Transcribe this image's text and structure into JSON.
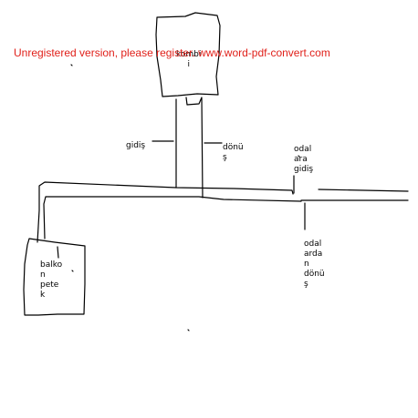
{
  "watermark": "Unregistered version, please register. www.word-pdf-convert.com",
  "boxes": {
    "top_label": [
      "kombi",
      "i"
    ],
    "bottom_label": [
      "balko",
      "n",
      "pete",
      "k"
    ]
  },
  "pipe_labels": {
    "supply": "gidiş",
    "return": [
      "dönü",
      "ş"
    ],
    "between_rooms_supply": [
      "odal",
      "ara",
      "gidiş"
    ],
    "between_rooms_return": [
      "odal",
      "arda",
      "n",
      "dönü",
      "ş"
    ]
  },
  "colors": {
    "ink": "#000000",
    "watermark": "#e0201a",
    "background": "#ffffff"
  }
}
